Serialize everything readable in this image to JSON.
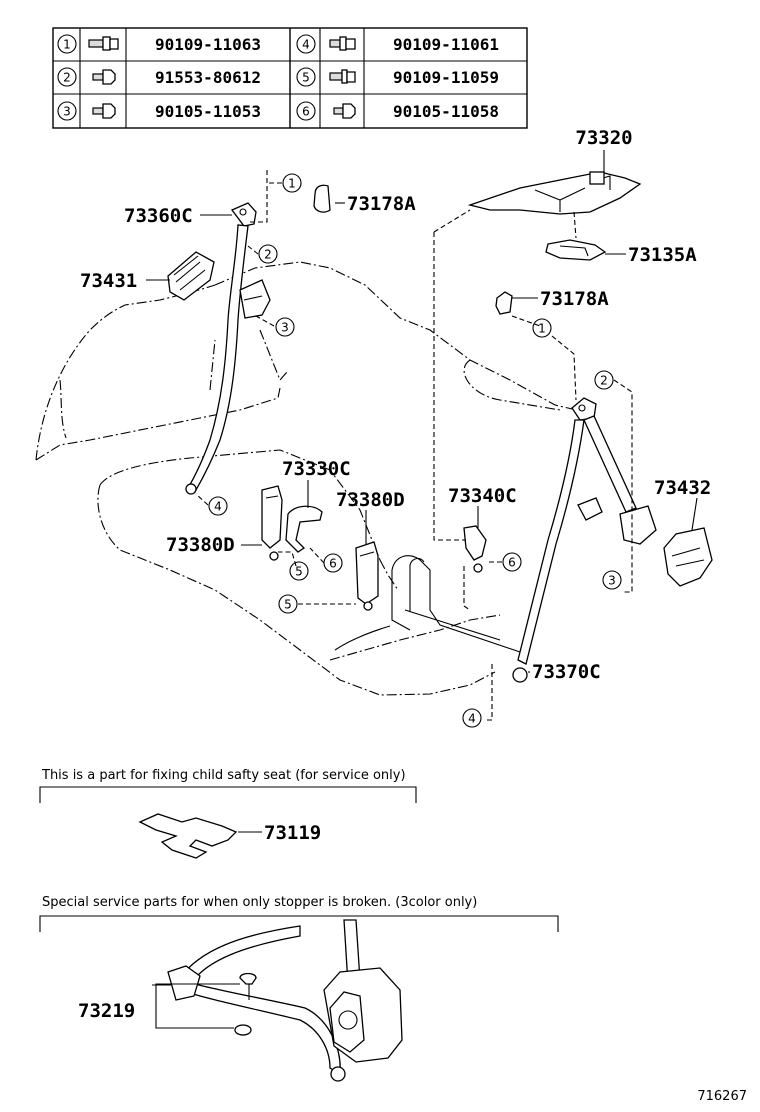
{
  "fasteners": [
    {
      "num": "1",
      "part": "90109-11063"
    },
    {
      "num": "2",
      "part": "91553-80612"
    },
    {
      "num": "3",
      "part": "90105-11053"
    },
    {
      "num": "4",
      "part": "90109-11061"
    },
    {
      "num": "5",
      "part": "90109-11059"
    },
    {
      "num": "6",
      "part": "90105-11058"
    }
  ],
  "labels": {
    "l73320": "73320",
    "l73178a_top": "73178A",
    "l73360c": "73360C",
    "l73135a": "73135A",
    "l73431": "73431",
    "l73178a_right": "73178A",
    "l73330c": "73330C",
    "l73380d_mid": "73380D",
    "l73340c": "73340C",
    "l73432": "73432",
    "l73380d_left": "73380D",
    "l73370c": "73370C",
    "l73119": "73119",
    "l73219": "73219"
  },
  "callouts": {
    "c1a": "1",
    "c2a": "2",
    "c3a": "3",
    "c4a": "4",
    "c5a": "5",
    "c6a": "6",
    "c5b": "5",
    "c6b": "6",
    "c1b": "1",
    "c2b": "2",
    "c3b": "3",
    "c4b": "4"
  },
  "notes": {
    "child_seat": "This is a part for fixing child safty seat (for service only)",
    "stopper": "Special service parts for when only stopper is broken. (3color only)"
  },
  "diagram_code": "716267"
}
